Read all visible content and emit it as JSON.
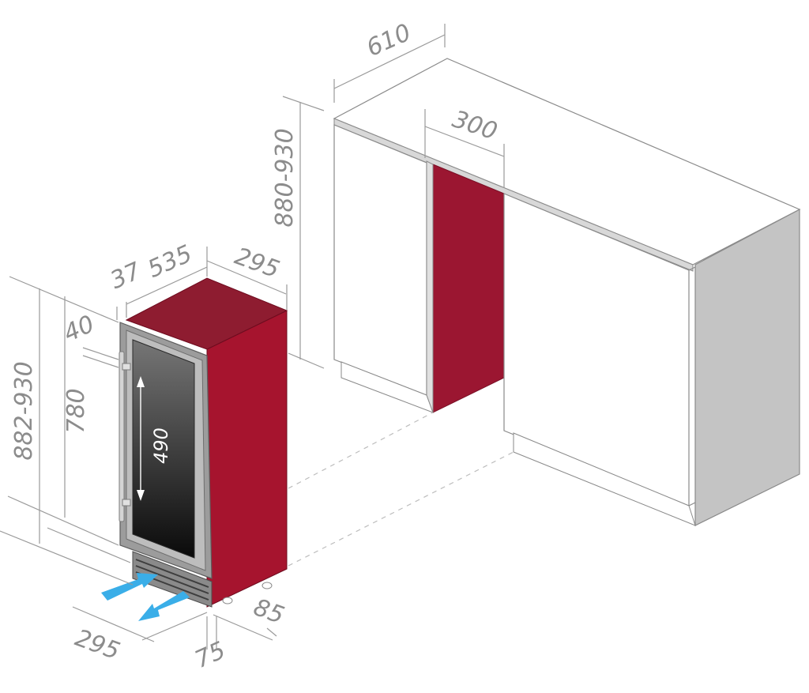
{
  "colors": {
    "cabinet_body": "#a6142e",
    "cabinet_top": "#8e1c30",
    "door_frame": "#9c9c9c",
    "glass_top": "#767676",
    "glass_bottom": "#0a0a0a",
    "counter_side": "#c4c4c4",
    "counter_front": "#ffffff",
    "niche_back": "#9b1631",
    "airflow_arrow": "#3aaee8",
    "dimension": "#8c8c8c"
  },
  "dimensions": {
    "counter_depth": "610",
    "niche_width": "300",
    "niche_height": "880-930",
    "cooler_width": "295",
    "cooler_depth": "535",
    "door_thickness": "37",
    "handle_offset": "40",
    "total_height": "882-930",
    "body_height": "780",
    "glass_height": "490",
    "base_width": "295",
    "base_depth": "85",
    "foot_offset": "75"
  },
  "icons": [
    "airflow-in-arrow-icon",
    "airflow-out-arrow-icon"
  ]
}
